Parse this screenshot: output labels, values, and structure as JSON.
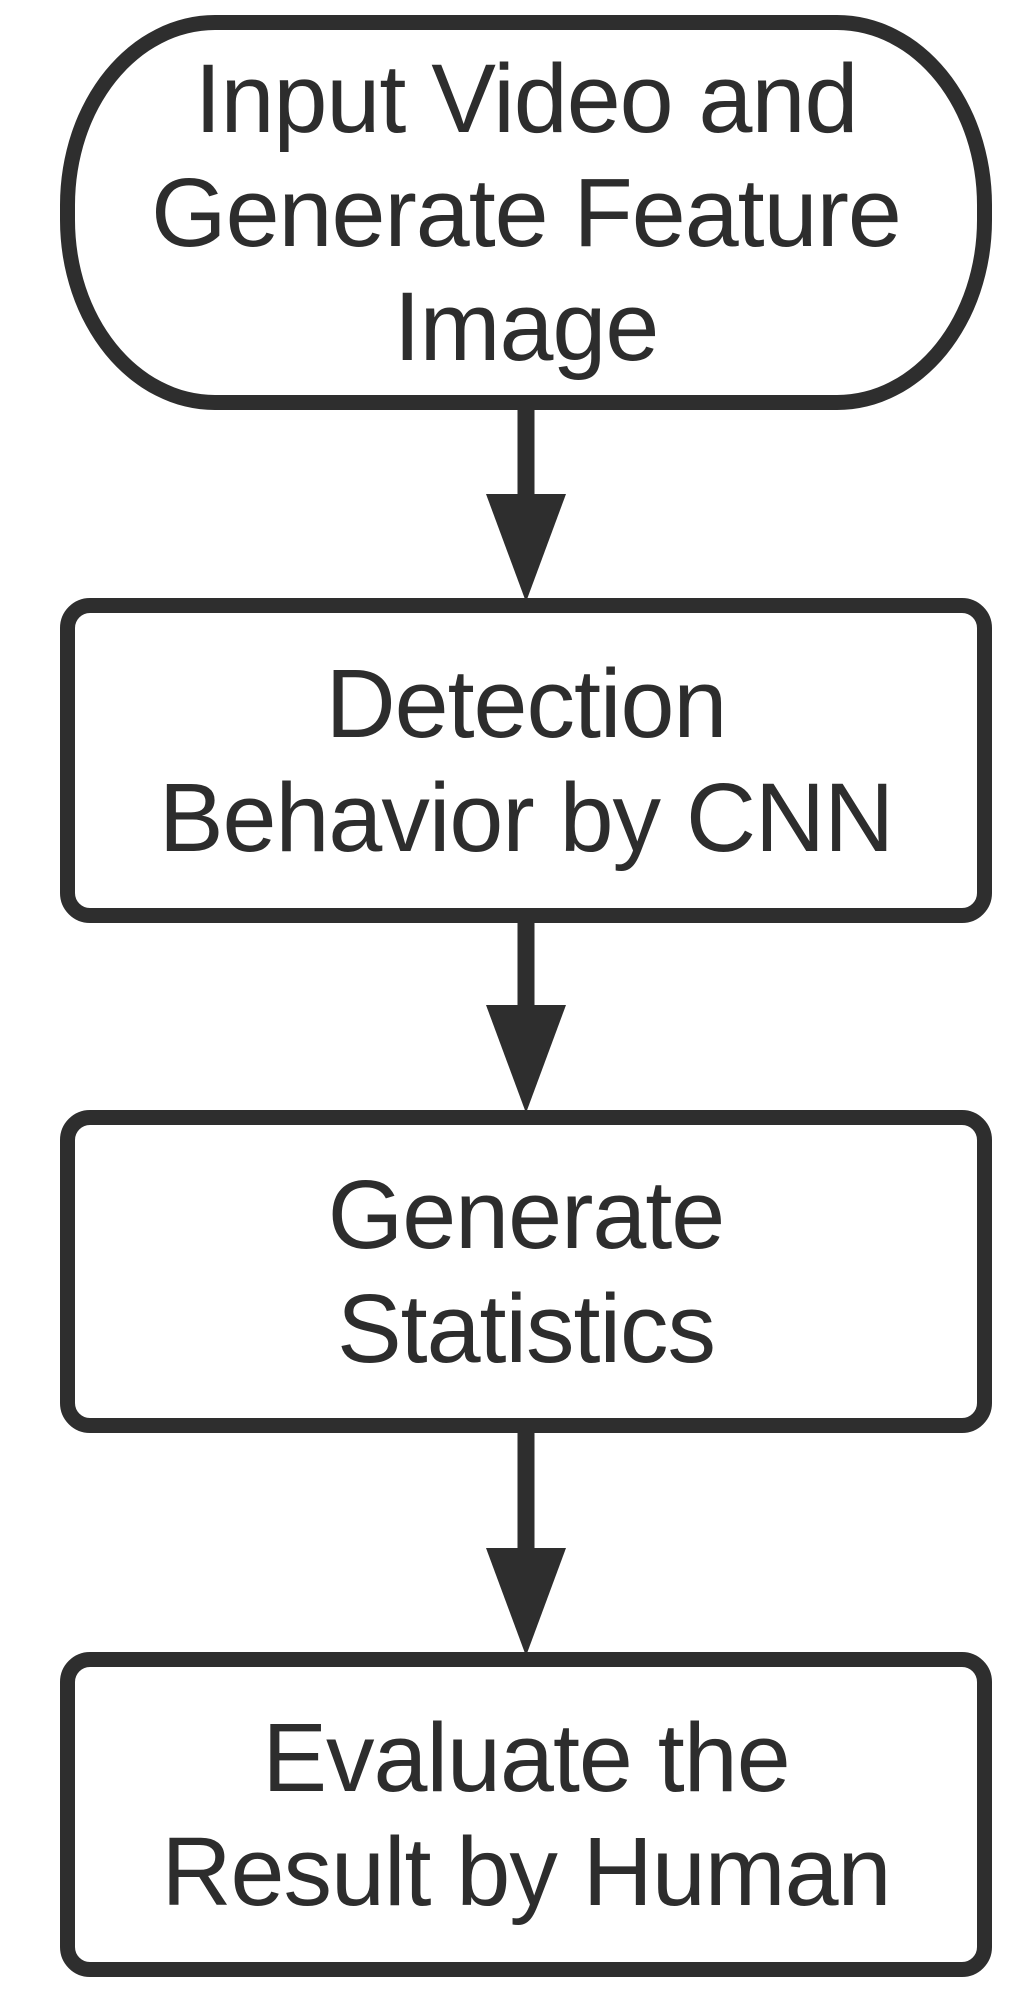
{
  "diagram": {
    "background_color": "#ffffff",
    "stroke_color": "#2e2e2e",
    "text_color": "#2d2d2d",
    "nodes": [
      {
        "id": "input-video",
        "shape": "terminator",
        "text": "Input Video and Generate Feature Image",
        "lines": [
          "Input Video and",
          "Generate Feature",
          "Image"
        ]
      },
      {
        "id": "detection",
        "shape": "process",
        "text": "Detection Behavior by CNN",
        "lines": [
          "Detection",
          "Behavior by CNN"
        ]
      },
      {
        "id": "generate-statistics",
        "shape": "process",
        "text": "Generate Statistics",
        "lines": [
          "Generate",
          "Statistics"
        ]
      },
      {
        "id": "evaluate-result",
        "shape": "process",
        "text": "Evaluate the Result by Human",
        "lines": [
          "Evaluate the",
          "Result by Human"
        ]
      }
    ],
    "connectors": [
      {
        "from": "input-video",
        "to": "detection",
        "type": "arrow-down"
      },
      {
        "from": "detection",
        "to": "generate-statistics",
        "type": "arrow-down"
      },
      {
        "from": "generate-statistics",
        "to": "evaluate-result",
        "type": "arrow-down"
      }
    ]
  }
}
